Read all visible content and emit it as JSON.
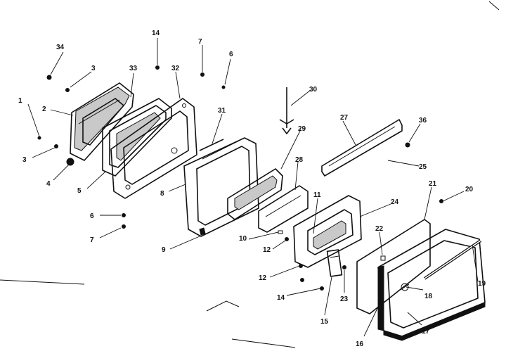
{
  "callouts": [
    {
      "id": "c1",
      "text": "1"
    },
    {
      "id": "c2",
      "text": "2"
    },
    {
      "id": "c3a",
      "text": "3"
    },
    {
      "id": "c3b",
      "text": "3"
    },
    {
      "id": "c34",
      "text": "34"
    },
    {
      "id": "c4",
      "text": "4"
    },
    {
      "id": "c5",
      "text": "5"
    },
    {
      "id": "c33",
      "text": "33"
    },
    {
      "id": "c14a",
      "text": "14"
    },
    {
      "id": "c7a",
      "text": "7"
    },
    {
      "id": "c6a",
      "text": "6"
    },
    {
      "id": "c32",
      "text": "32"
    },
    {
      "id": "c31",
      "text": "31"
    },
    {
      "id": "c8",
      "text": "8"
    },
    {
      "id": "c6b",
      "text": "6"
    },
    {
      "id": "c7b",
      "text": "7"
    },
    {
      "id": "c9",
      "text": "9"
    },
    {
      "id": "c30",
      "text": "30"
    },
    {
      "id": "c29",
      "text": "29"
    },
    {
      "id": "c28",
      "text": "28"
    },
    {
      "id": "c27",
      "text": "27"
    },
    {
      "id": "c36",
      "text": "36"
    },
    {
      "id": "c25",
      "text": "25"
    },
    {
      "id": "c10",
      "text": "10"
    },
    {
      "id": "c11",
      "text": "11"
    },
    {
      "id": "c12a",
      "text": "12"
    },
    {
      "id": "c12b",
      "text": "12"
    },
    {
      "id": "c24",
      "text": "24"
    },
    {
      "id": "c21",
      "text": "21"
    },
    {
      "id": "c20",
      "text": "20"
    },
    {
      "id": "c22",
      "text": "22"
    },
    {
      "id": "c14b",
      "text": "14"
    },
    {
      "id": "c23",
      "text": "23"
    },
    {
      "id": "c15",
      "text": "15"
    },
    {
      "id": "c18",
      "text": "18"
    },
    {
      "id": "c19",
      "text": "19"
    },
    {
      "id": "c16",
      "text": "16"
    },
    {
      "id": "c17",
      "text": "17"
    }
  ]
}
